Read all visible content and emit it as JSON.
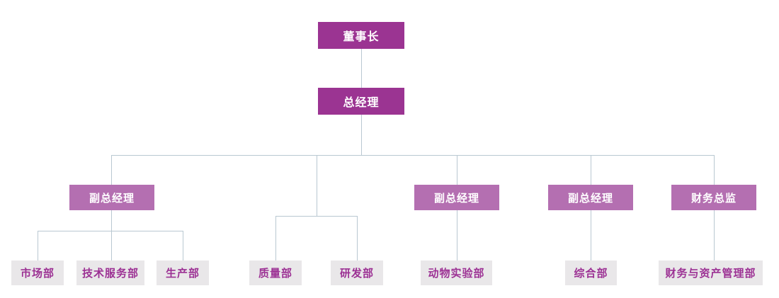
{
  "org_chart": {
    "type": "org-tree",
    "colors": {
      "executive_fill": "#9B3492",
      "executive_text": "#FFFFFF",
      "manager_fill": "#B46FB1",
      "manager_text": "#FFFFFF",
      "department_fill": "#E9E7E9",
      "department_text": "#9C3194",
      "connector": "#B9C8D1",
      "background": "#FFFFFF"
    },
    "executives": [
      {
        "id": "chairman",
        "label": "董事长",
        "reports_to": null
      },
      {
        "id": "general-manager",
        "label": "总经理",
        "reports_to": "chairman"
      }
    ],
    "managers": [
      {
        "id": "deputy-gm-1",
        "label": "副总经理",
        "reports_to": "general-manager"
      },
      {
        "id": "deputy-gm-2",
        "label": "副总经理",
        "reports_to": "general-manager"
      },
      {
        "id": "deputy-gm-3",
        "label": "副总经理",
        "reports_to": "general-manager"
      },
      {
        "id": "finance-director",
        "label": "财务总监",
        "reports_to": "general-manager"
      }
    ],
    "departments": [
      {
        "id": "marketing",
        "label": "市场部",
        "reports_to": "deputy-gm-1"
      },
      {
        "id": "tech-service",
        "label": "技术服务部",
        "reports_to": "deputy-gm-1"
      },
      {
        "id": "production",
        "label": "生产部",
        "reports_to": "deputy-gm-1"
      },
      {
        "id": "quality",
        "label": "质量部",
        "reports_to": "general-manager"
      },
      {
        "id": "rnd",
        "label": "研发部",
        "reports_to": "general-manager"
      },
      {
        "id": "animal-lab",
        "label": "动物实验部",
        "reports_to": "deputy-gm-2"
      },
      {
        "id": "general-affairs",
        "label": "综合部",
        "reports_to": "deputy-gm-3"
      },
      {
        "id": "finance-asset",
        "label": "财务与资产管理部",
        "reports_to": "finance-director"
      }
    ]
  }
}
